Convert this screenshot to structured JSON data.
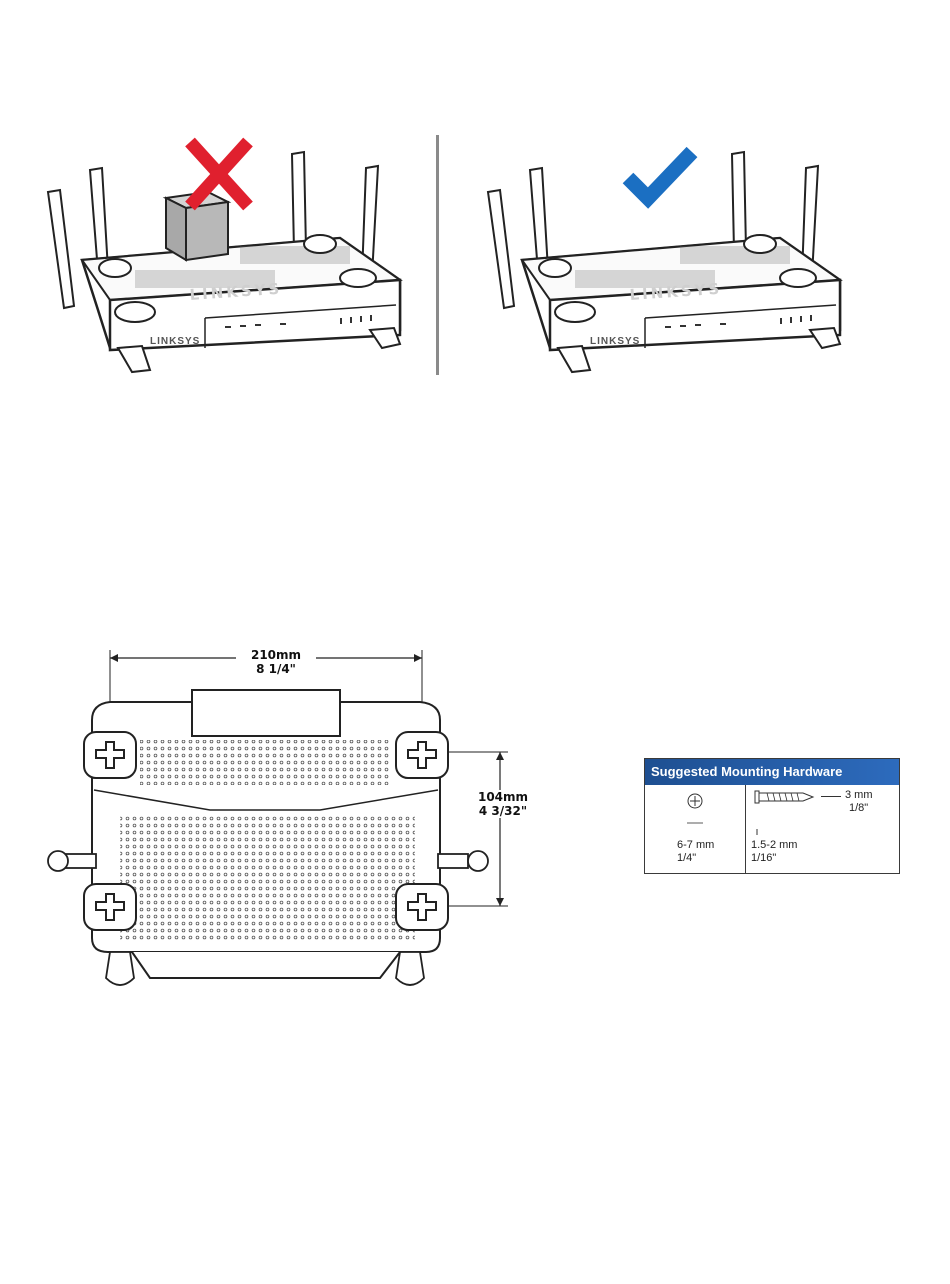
{
  "placement": {
    "brand": "LINKSYS",
    "wrong_mark": "cross",
    "right_mark": "check",
    "colors": {
      "cross": "#e0202e",
      "check": "#1b6fc2",
      "box": "#b3b3b3"
    }
  },
  "mounting": {
    "width_mm": "210mm",
    "width_in": "8 1/4\"",
    "height_mm": "104mm",
    "height_in": "4 3/32\""
  },
  "hardware": {
    "title": "Suggested Mounting Hardware",
    "head_mm": "6-7 mm",
    "head_in": "1/4\"",
    "shank_mm": "1.5-2 mm",
    "shank_in": "1/16\"",
    "length_mm": "3 mm",
    "length_in": "1/8\""
  }
}
